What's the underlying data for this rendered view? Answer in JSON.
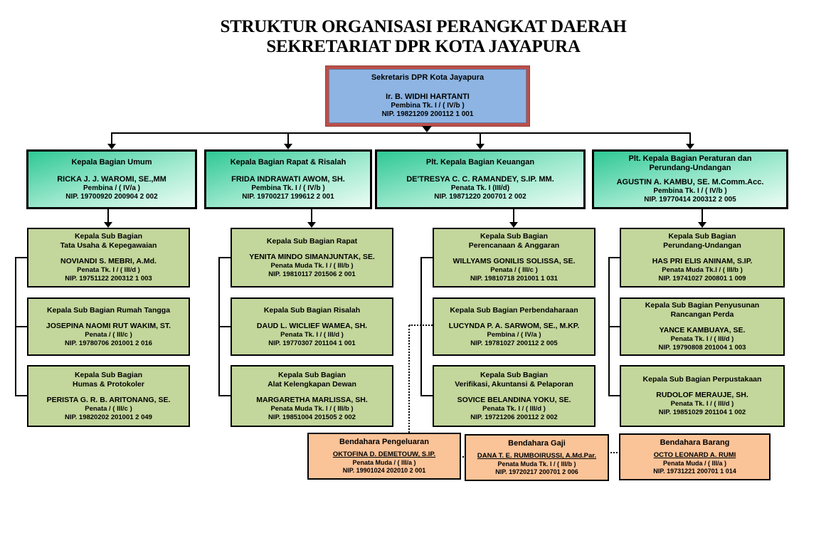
{
  "page_title": {
    "line1": "STRUKTUR ORGANISASI PERANGKAT DAERAH",
    "line2": "SEKRETARIAT DPR KOTA JAYAPURA"
  },
  "secretary": {
    "title": "Sekretaris DPR Kota Jayapura",
    "name": "Ir. B. WIDHI HARTANTI",
    "rank": "Pembina Tk. I / ( IV/b )",
    "nip": "NIP. 19821209 200112 1 001"
  },
  "divisions": [
    {
      "head": {
        "title": "Kepala Bagian Umum",
        "name": "RICKA J. J. WAROMI, SE.,MM",
        "rank": "Pembina / ( IV/a )",
        "nip": "NIP. 19700920 200904 2 002"
      },
      "subs": [
        {
          "title": "Kepala Sub Bagian\nTata Usaha & Kepegawaian",
          "name": "NOVIANDI S. MEBRI, A.Md.",
          "rank": "Penata Tk. I / ( III/d )",
          "nip": "NIP. 19751122 200312 1 003"
        },
        {
          "title": "Kepala Sub Bagian Rumah Tangga",
          "name": "JOSEPINA NAOMI RUT WAKIM, ST.",
          "rank": "Penata  / ( III/c )",
          "nip": "NIP. 19780706 201001 2 016"
        },
        {
          "title": "Kepala Sub Bagian\nHumas & Protokoler",
          "name": "PERISTA G. R. B. ARITONANG, SE.",
          "rank": "Penata / ( III/c )",
          "nip": "NIP. 19820202 201001 2 049"
        }
      ]
    },
    {
      "head": {
        "title": "Kepala Bagian Rapat & Risalah",
        "name": "FRIDA INDRAWATI AWOM, SH.",
        "rank": "Pembina Tk. I / ( IV/b )",
        "nip": "NIP. 19700217 199612 2 001"
      },
      "subs": [
        {
          "title": "Kepala Sub Bagian Rapat",
          "name": "YENITA MINDO SIMANJUNTAK, SE.",
          "rank": "Penata Muda Tk. I / ( III/b )",
          "nip": "NIP. 19810117 201506 2 001"
        },
        {
          "title": "Kepala Sub Bagian Risalah",
          "name": "DAUD L. WICLIEF WAMEA, SH.",
          "rank": "Penata Tk. I / ( III/d )",
          "nip": "NIP. 19770307 201104 1 001"
        },
        {
          "title": "Kepala Sub Bagian\nAlat Kelengkapan Dewan",
          "name": "MARGARETHA MARLISSA, SH.",
          "rank": "Penata Muda Tk. I / ( III/b )",
          "nip": "NIP. 19851004 201505 2 002"
        }
      ]
    },
    {
      "head": {
        "title": "Plt. Kepala Bagian Keuangan",
        "name": "DE'TRESYA C. C. RAMANDEY, S.IP. MM.",
        "rank": "Penata Tk. I (III/d)",
        "nip": "NIP. 19871220 200701 2 002"
      },
      "subs": [
        {
          "title": "Kepala Sub Bagian\nPerencanaan & Anggaran",
          "name": "WILLYAMS GONILIS SOLISSA, SE.",
          "rank": "Penata  / ( III/c )",
          "nip": "NIP. 19810718 201001 1 031"
        },
        {
          "title": "Kepala Sub Bagian Perbendaharaan",
          "name": "LUCYNDA P. A. SARWOM, SE., M.KP.",
          "rank": "Pembina / ( IV/a )",
          "nip": "NIP. 19781027 200112 2 005"
        },
        {
          "title": "Kepala Sub Bagian\nVerifikasi, Akuntansi & Pelaporan",
          "name": "SOVICE BELANDINA YOKU, SE.",
          "rank": "Penata Tk. I / ( III/d )",
          "nip": "NIP. 19721206 200112 2 002"
        }
      ]
    },
    {
      "head": {
        "title": "Plt. Kepala Bagian Peraturan dan\nPerundang-Undangan",
        "name": "AGUSTIN  A. KAMBU, SE. M.Comm.Acc.",
        "rank": "Pembina Tk. I / ( IV/b )",
        "nip": "NIP. 19770414 200312 2 005"
      },
      "subs": [
        {
          "title": "Kepala Sub Bagian\nPerundang-Undangan",
          "name": "HAS PRI ELIS ANINAM, S.IP.",
          "rank": "Penata Muda Tk.I / ( III/b )",
          "nip": "NIP. 19741027 200801 1 009"
        },
        {
          "title": "Kepala Sub Bagian Penyusunan\nRancangan Perda",
          "name": "YANCE KAMBUAYA, SE.",
          "rank": "Penata Tk. I / ( III/d )",
          "nip": "NIP. 19790808 201004 1 003"
        },
        {
          "title": "Kepala Sub Bagian Perpustakaan",
          "name": "RUDOLOF MERAUJE, SH.",
          "rank": "Penata Tk. I  / ( III/d )",
          "nip": "NIP. 19851029 201104 1 002"
        }
      ]
    }
  ],
  "treasurers": [
    {
      "title": "Bendahara Pengeluaran",
      "name": "OKTOFINA  D. DEMETOUW, S.IP.",
      "rank": "Penata Muda / ( III/a )",
      "nip": "NIP. 19901024 202010 2 001"
    },
    {
      "title": "Bendahara Gaji",
      "name": "DANA T. E. RUMBOIRUSSI, A.Md.Par.",
      "rank": "Penata Muda Tk. I / ( III/b )",
      "nip": "NIP. 19720217 200701 2 006"
    },
    {
      "title": "Bendahara Barang",
      "name": "OCTO LEONARD A. RUMI",
      "rank": "Penata Muda / ( III/a )",
      "nip": "NIP. 19731221 200701 1 014"
    }
  ],
  "colors": {
    "secretary_fill": "#8db4e2",
    "secretary_border": "#bc4f4a",
    "division_fill_start": "#2fc894",
    "division_fill_end": "#ecfcf5",
    "subdivision_fill": "#c3d69b",
    "treasurer_fill": "#fac398",
    "line": "#000000"
  }
}
